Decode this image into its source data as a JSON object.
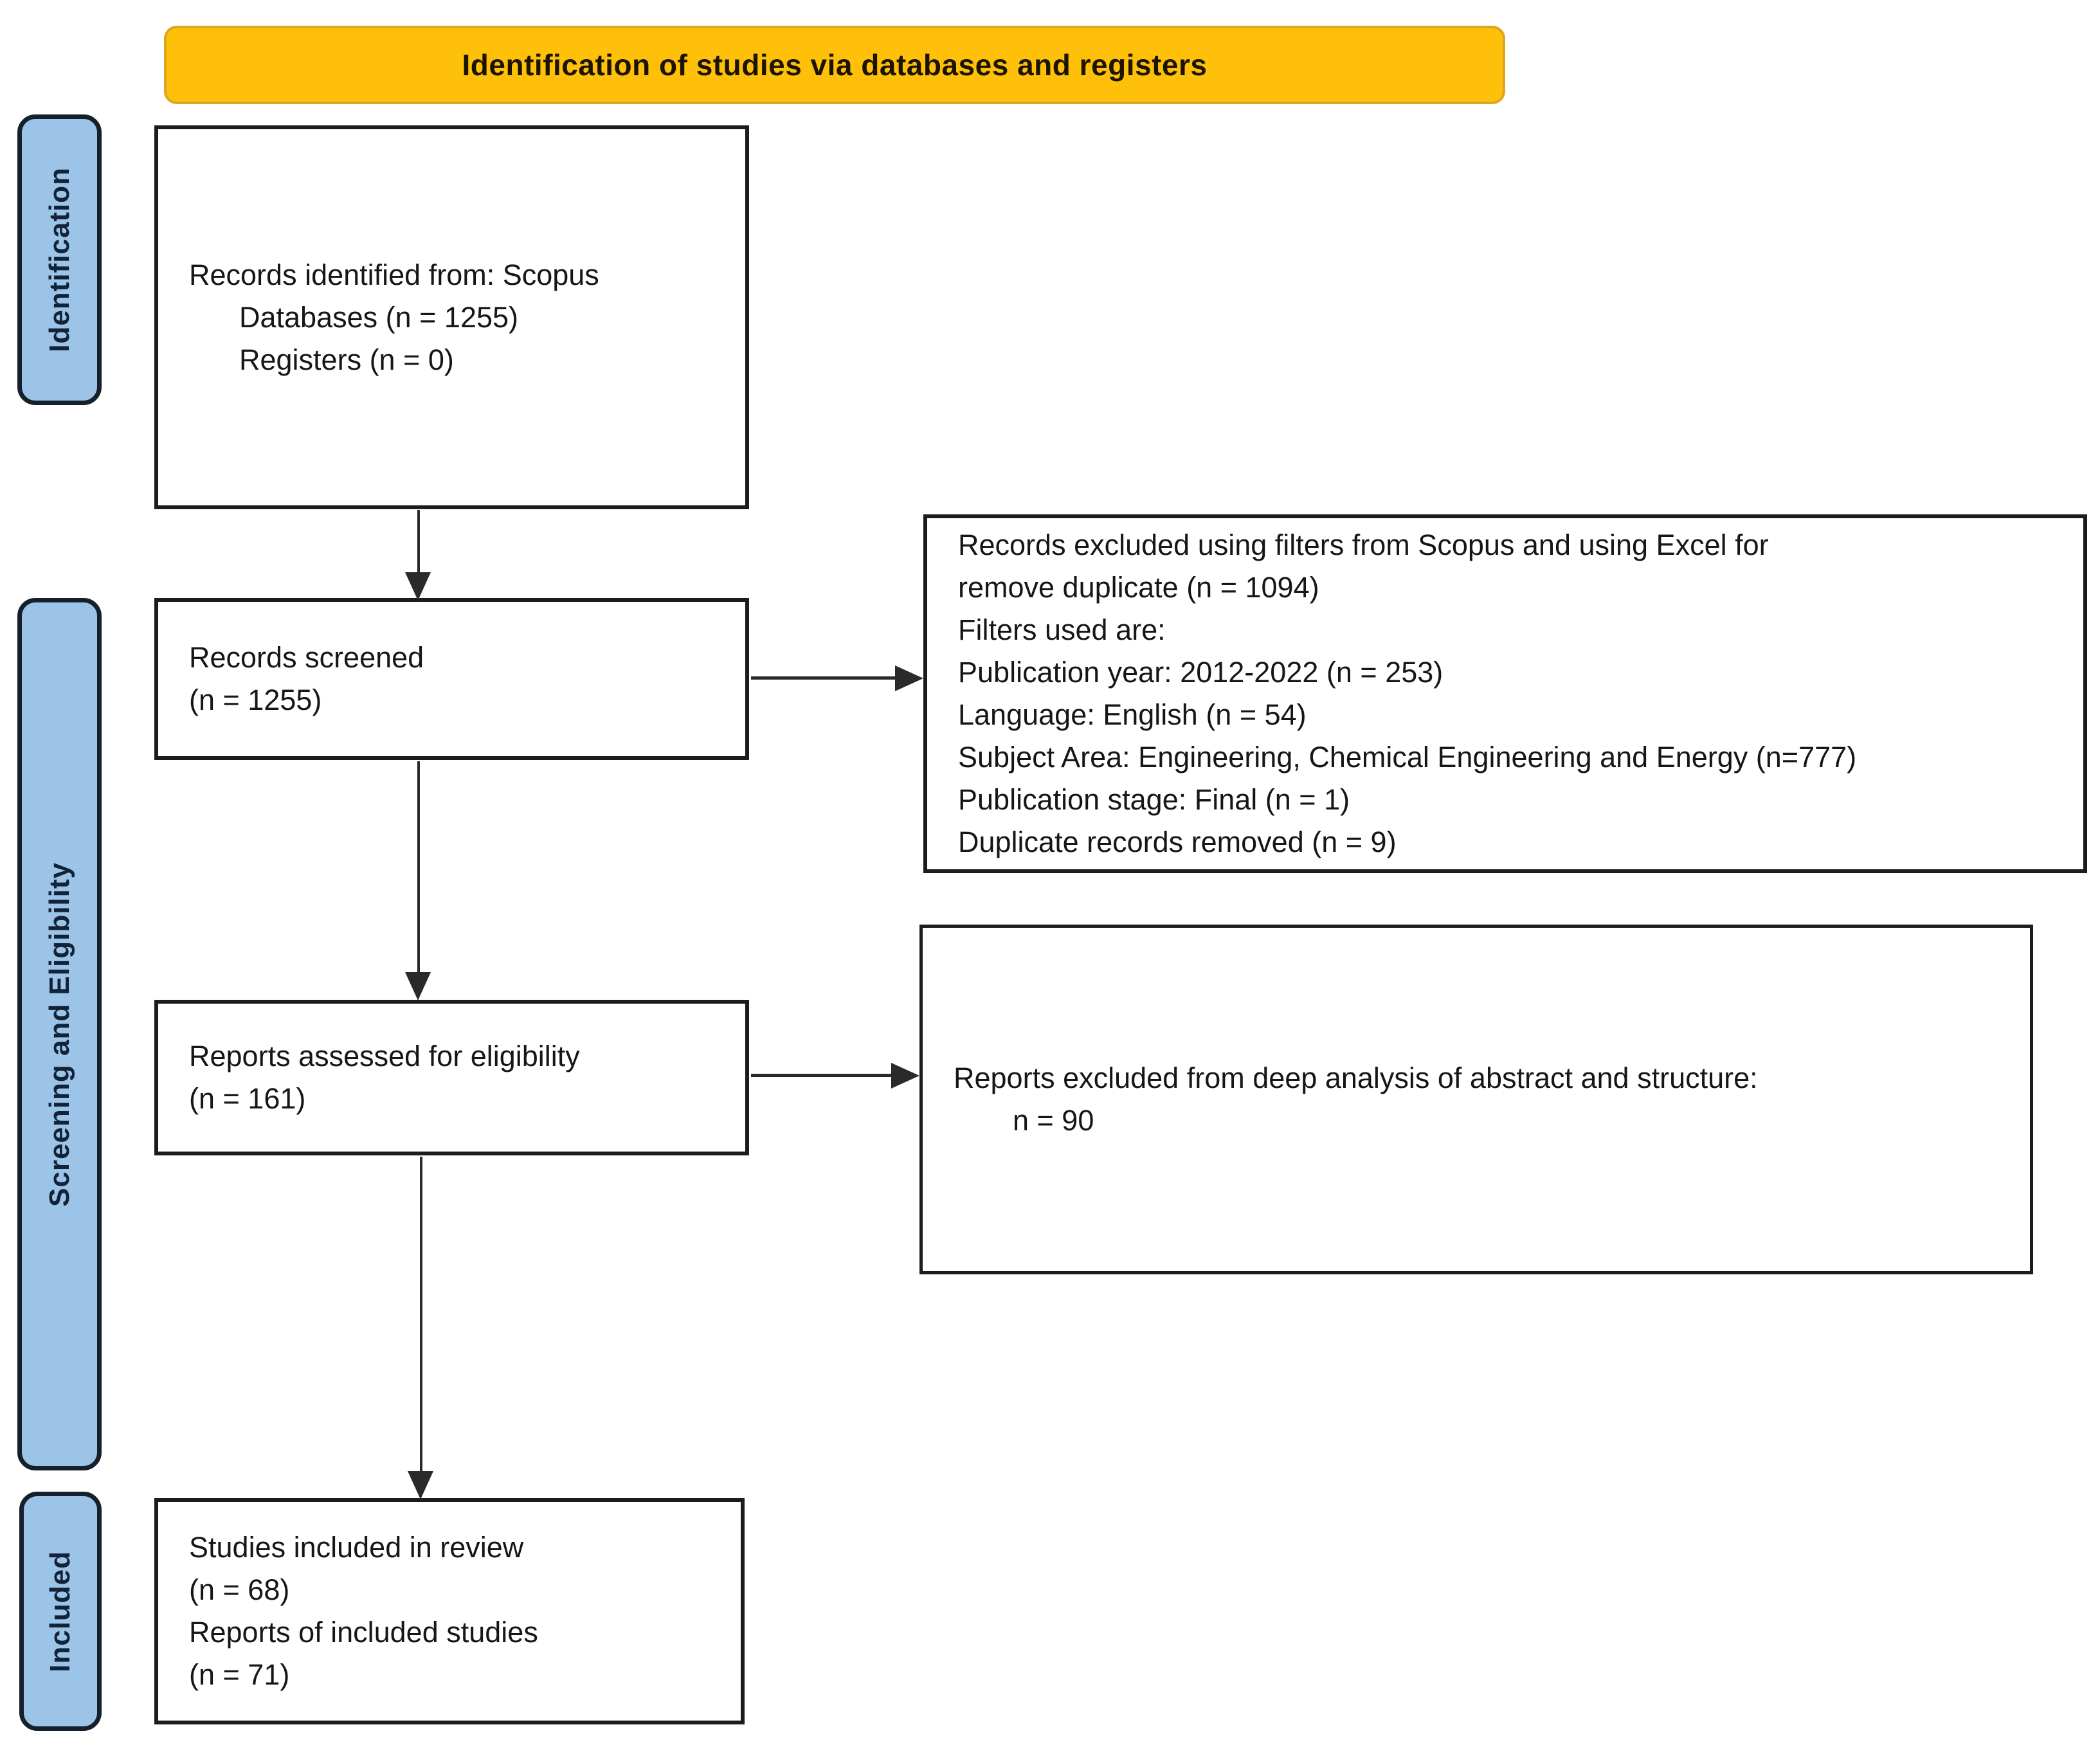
{
  "header": {
    "title": "Identification of studies via databases and registers"
  },
  "stages": [
    {
      "label": "Identification"
    },
    {
      "label": "Screening and Eligibility"
    },
    {
      "label": "Included"
    }
  ],
  "boxes": {
    "records_identified": {
      "lines": [
        "Records identified from: Scopus",
        "Databases (n = 1255)",
        "Registers (n = 0)"
      ]
    },
    "records_screened": {
      "lines": [
        "Records screened",
        "(n = 1255)"
      ]
    },
    "records_excluded_filters": {
      "lines": [
        "Records excluded using filters from Scopus and using Excel for",
        "remove duplicate (n = 1094)",
        "Filters used are:",
        "Publication year: 2012-2022 (n = 253)",
        "Language: English (n = 54)",
        "Subject Area: Engineering, Chemical Engineering and Energy (n=777)",
        "Publication stage: Final (n = 1)",
        "Duplicate records removed (n = 9)"
      ]
    },
    "reports_assessed": {
      "lines": [
        "Reports assessed for eligibility",
        "(n = 161)"
      ]
    },
    "reports_excluded": {
      "lines": [
        "Reports excluded from deep analysis of abstract and structure:",
        "n = 90"
      ]
    },
    "studies_included": {
      "lines": [
        "Studies included in review",
        "(n = 68)",
        "Reports of included studies",
        "(n = 71)"
      ]
    }
  },
  "colors": {
    "banner_bg": "#FEC008",
    "banner_border": "#DCA61F",
    "stage_bg": "#9CC3E8",
    "stage_border": "#16202B",
    "box_border": "#1C1C1C",
    "arrow": "#2A2A2A",
    "text": "#161616"
  }
}
